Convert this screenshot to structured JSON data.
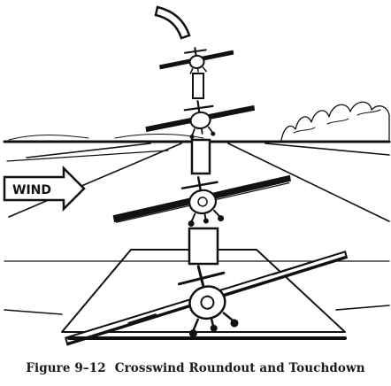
{
  "figure": {
    "wind_label": "WIND",
    "caption_number": "Figure 9–12",
    "caption_title": "Crosswind Roundout and Touchdown"
  },
  "colors": {
    "ink": "#111111",
    "paper": "#ffffff"
  },
  "icons": [
    "airplane-icon",
    "wind-arrow-icon",
    "runway-marking-icon",
    "cloud-icon"
  ]
}
